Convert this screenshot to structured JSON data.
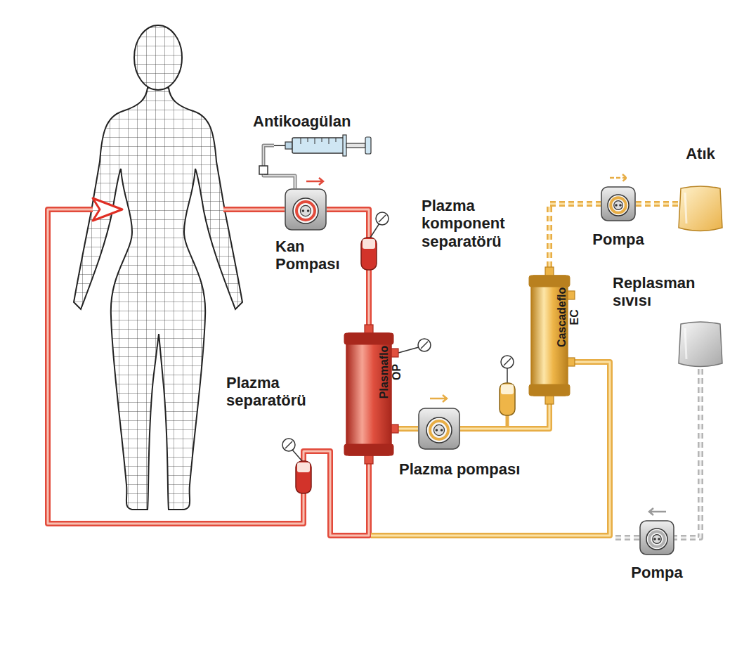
{
  "diagram": {
    "nodes": [
      {
        "text": [
          "Antikoagülan"
        ]
      },
      {
        "text": [
          "Kan Pompası"
        ]
      },
      {
        "text": [
          "Plasmaflo OP",
          "Plazma separatörü"
        ]
      },
      {
        "text": [
          "Plazma pompası"
        ]
      },
      {
        "text": [
          "Cascadeflo EC",
          "Plazma komponent separatörü"
        ]
      },
      {
        "text": [
          "Pompa"
        ]
      },
      {
        "text": [
          "Atık"
        ]
      },
      {
        "text": [
          "Replasman sıvısı"
        ]
      },
      {
        "text": [
          "Pompa"
        ]
      }
    ],
    "edges": [
      {
        "from": 0,
        "to": 1,
        "arrow": "none"
      },
      {
        "from": 1,
        "to": 2,
        "arrow": "none"
      },
      {
        "from": 2,
        "to": 3,
        "arrow": "none"
      },
      {
        "from": 3,
        "to": 4,
        "arrow": "none"
      },
      {
        "from": 4,
        "to": 5,
        "arrow": "none"
      },
      {
        "from": 5,
        "to": 6,
        "arrow": "none"
      },
      {
        "from": 7,
        "to": 8,
        "arrow": "none"
      }
    ]
  }
}
